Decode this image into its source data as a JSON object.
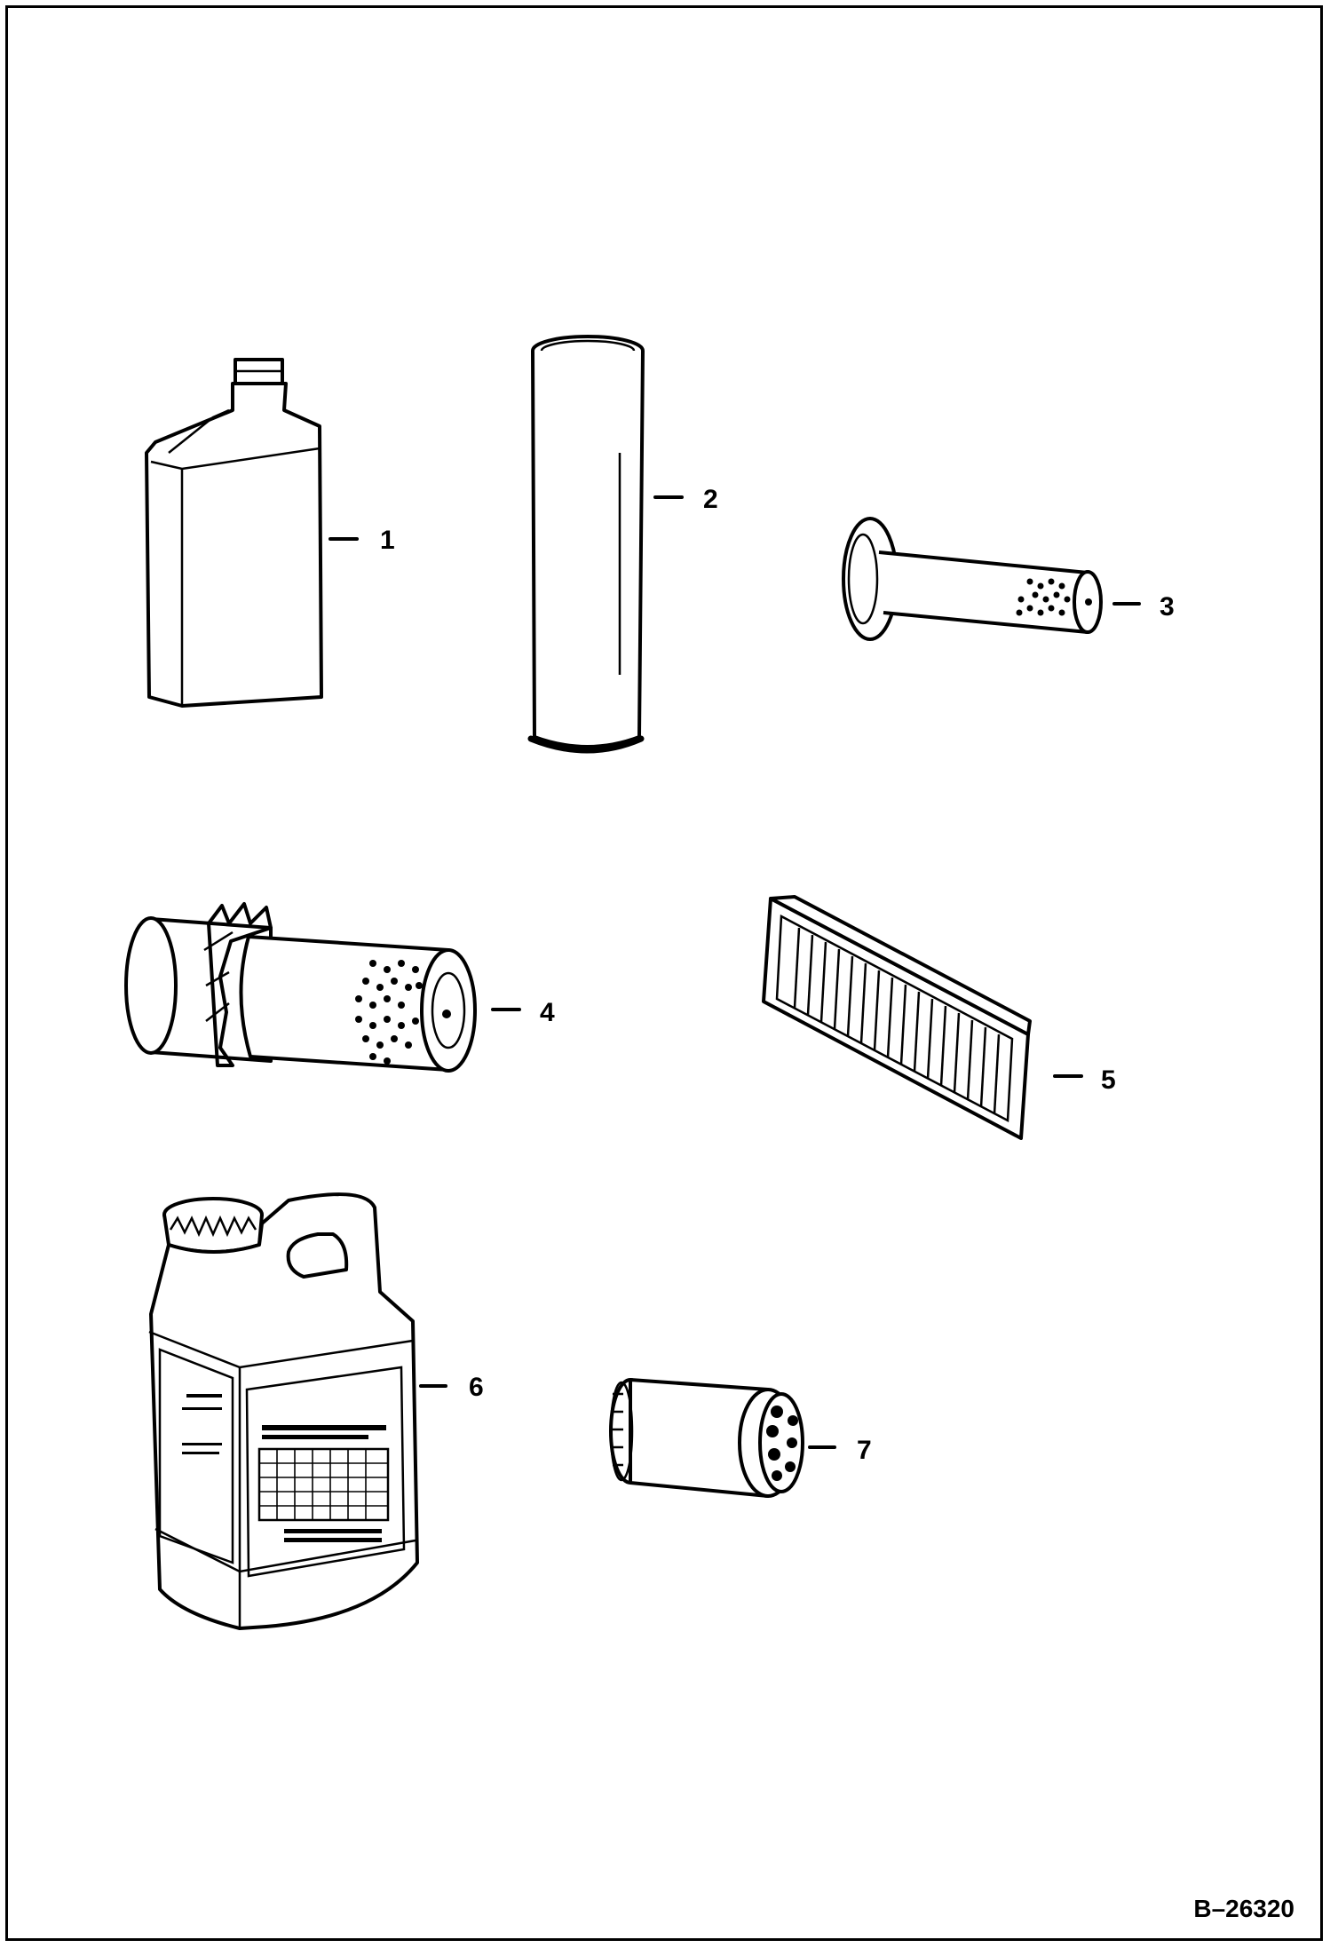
{
  "diagram": {
    "parts": [
      {
        "label": "1",
        "icon": "oil-bottle-icon"
      },
      {
        "label": "2",
        "icon": "grease-cartridge-icon"
      },
      {
        "label": "3",
        "icon": "inner-air-filter-icon"
      },
      {
        "label": "4",
        "icon": "outer-air-filter-icon"
      },
      {
        "label": "5",
        "icon": "panel-filter-icon"
      },
      {
        "label": "6",
        "icon": "fluid-jug-icon"
      },
      {
        "label": "7",
        "icon": "oil-filter-icon"
      }
    ],
    "figure_id": "B–26320"
  }
}
